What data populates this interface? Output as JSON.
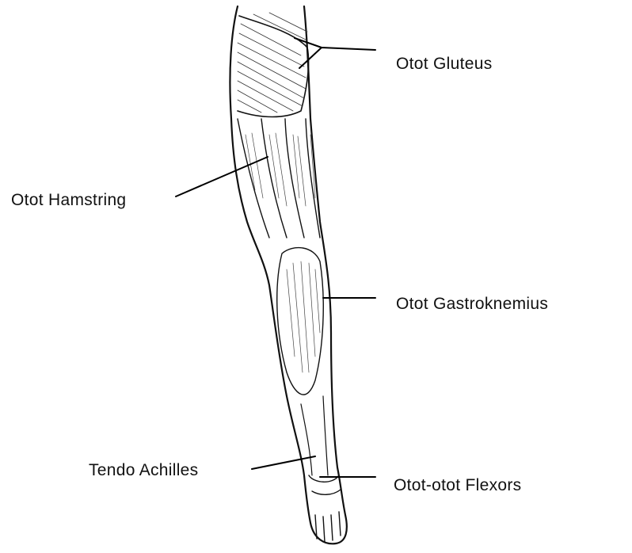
{
  "labels": {
    "gluteus": "Otot Gluteus",
    "hamstring": "Otot Hamstring",
    "gastrocnemius": "Otot Gastroknemius",
    "achilles": "Tendo Achilles",
    "flexors": "Otot-otot Flexors"
  },
  "colors": {
    "ink": "#111111",
    "background": "#ffffff"
  }
}
